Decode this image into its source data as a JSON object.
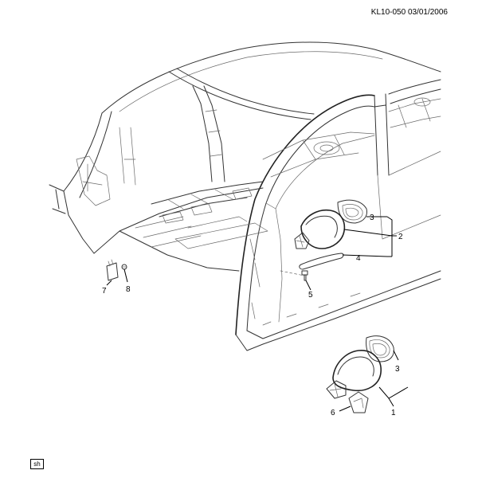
{
  "header": {
    "reference": "KL10-050",
    "date": "03/01/2006"
  },
  "callouts": [
    {
      "id": "c1",
      "number": "1"
    },
    {
      "id": "c2",
      "number": "2"
    },
    {
      "id": "c3a",
      "number": "3"
    },
    {
      "id": "c3b",
      "number": "3"
    },
    {
      "id": "c4",
      "number": "4"
    },
    {
      "id": "c5",
      "number": "5"
    },
    {
      "id": "c6",
      "number": "6"
    },
    {
      "id": "c7",
      "number": "7"
    },
    {
      "id": "c8",
      "number": "8"
    }
  ],
  "footer": {
    "badge": "sh"
  }
}
